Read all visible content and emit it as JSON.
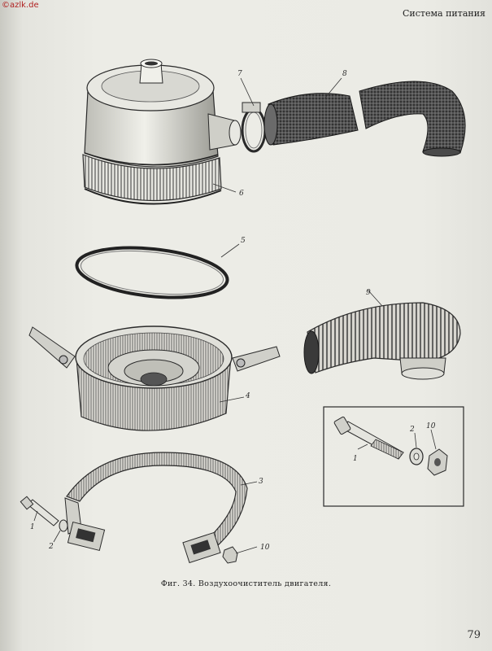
{
  "watermark": "©azlk.de",
  "running_head": "Система питания",
  "caption": "Фиг. 34. Воздухоочиститель двигателя.",
  "page_number": "79",
  "callouts": {
    "c1a": "1",
    "c2a": "2",
    "c3": "3",
    "c4": "4",
    "c5": "5",
    "c6": "6",
    "c7": "7",
    "c8": "8",
    "c9": "9",
    "c10a": "10",
    "c1b": "1",
    "c2b": "2",
    "c10b": "10"
  }
}
